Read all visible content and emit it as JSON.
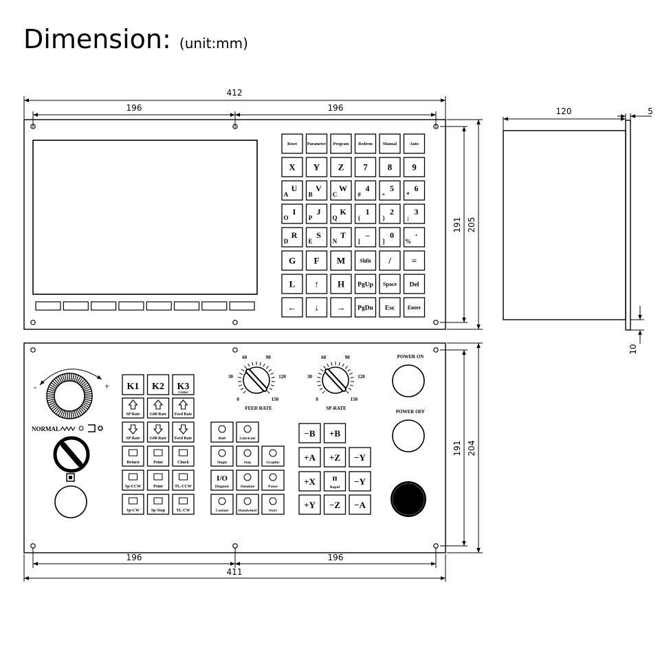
{
  "title": {
    "main": "Dimension:",
    "unit": "(unit:mm)"
  },
  "dims": {
    "top_total": "412",
    "top_left": "196",
    "top_right": "196",
    "top_h_inner": "191",
    "top_h_outer": "205",
    "side_depth": "120",
    "side_flange": "5",
    "side_lip": "10",
    "bot_left": "196",
    "bot_right": "196",
    "bot_total": "411",
    "bot_h_inner": "191",
    "bot_h_outer": "204"
  },
  "keypad": [
    [
      "Reset",
      "Parameter",
      "Program",
      "Redeem",
      "Manual",
      "Auto"
    ],
    [
      "X",
      "Y",
      "Z",
      "7",
      "8",
      "9"
    ],
    [
      [
        "U",
        "A"
      ],
      [
        "V",
        "B"
      ],
      [
        "W",
        "C"
      ],
      [
        "4",
        "#"
      ],
      [
        "5",
        "+"
      ],
      [
        "6",
        "*"
      ]
    ],
    [
      [
        "I",
        "O"
      ],
      [
        "J",
        "P"
      ],
      [
        "K",
        "Q"
      ],
      [
        "1",
        "("
      ],
      [
        "2",
        ")"
      ],
      [
        "3",
        ";"
      ]
    ],
    [
      [
        "R",
        "D"
      ],
      [
        "S",
        "E"
      ],
      [
        "T",
        "N"
      ],
      [
        "–",
        "["
      ],
      [
        "0",
        "]"
      ],
      [
        "·",
        "%"
      ]
    ],
    [
      "G",
      "F",
      "M",
      "Shfit",
      "/",
      "="
    ],
    [
      "L",
      "↑",
      "H",
      "PgUp",
      "Space",
      "Del"
    ],
    [
      "←",
      "↓",
      "→",
      "PgDn",
      "Esc",
      "Enter"
    ]
  ],
  "operator": {
    "handwheel_minus": "-",
    "handwheel_plus": "+",
    "mode_label": "NORMAL",
    "k_keys": [
      "K1",
      "K2",
      "K3"
    ],
    "k3_sub": "Cutter",
    "func_keys": [
      [
        "SP Rate",
        "G00 Rate",
        "Feed Rate"
      ],
      [
        "SP Rate",
        "G00 Rate",
        "Feed Rate"
      ],
      [
        "Return",
        "Point",
        "Chuck"
      ],
      [
        "Sp-CCW",
        "Point",
        "TL-CCW"
      ],
      [
        "Sp-CW",
        "Sp-Stop",
        "TL-CW"
      ]
    ],
    "mode_keys": [
      [
        "Buff",
        "Lubricate",
        ""
      ],
      [
        "Single",
        "Step",
        "Graphic"
      ],
      [
        "Diagnois",
        "Simulate",
        "Pause"
      ],
      [
        "Coolant",
        "Handwheel",
        "Start"
      ]
    ],
    "mode_key_big": "I/O",
    "axis_keys": [
      [
        "−B",
        "+B",
        ""
      ],
      [
        "+A",
        "+Z",
        "−Y"
      ],
      [
        "+X",
        "Rapid",
        "−Y"
      ],
      [
        "+Y",
        "−Z",
        "−A"
      ]
    ],
    "feed_knob": {
      "label": "FEED RATE",
      "ticks": [
        "0",
        "30",
        "60",
        "90",
        "120",
        "150"
      ]
    },
    "sp_knob": {
      "label": "SP-RATE",
      "ticks": [
        "0",
        "30",
        "60",
        "90",
        "120",
        "150"
      ]
    },
    "power_on": "POWER ON",
    "power_off": "POWER OFF"
  }
}
